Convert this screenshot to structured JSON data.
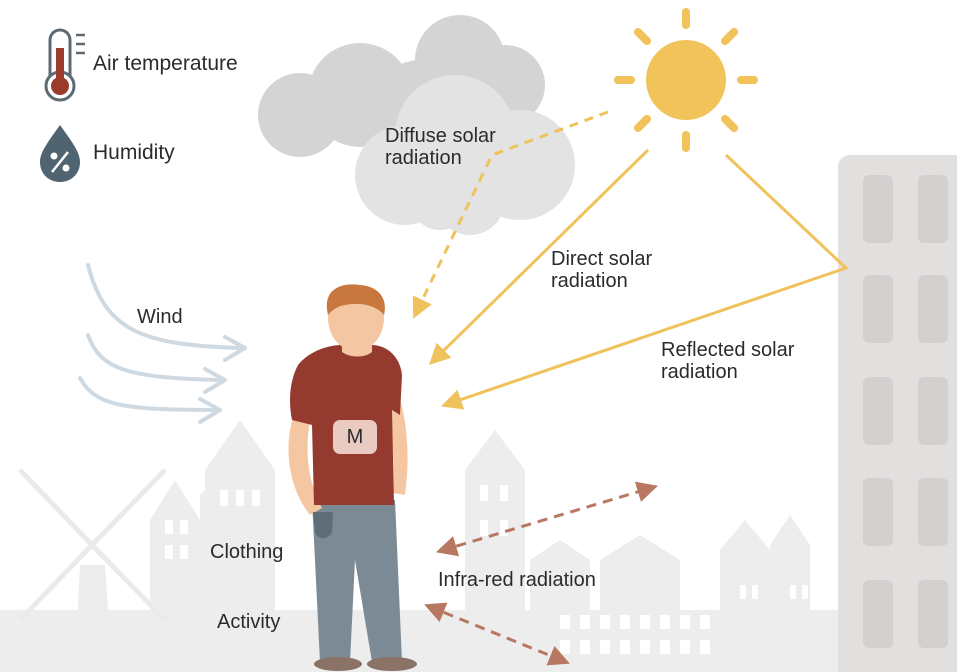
{
  "legend": {
    "air_temperature": "Air temperature",
    "humidity": "Humidity"
  },
  "labels": {
    "diffuse_line1": "Diffuse solar",
    "diffuse_line2": "radiation",
    "direct_line1": "Direct solar",
    "direct_line2": "radiation",
    "reflected_line1": "Reflected solar",
    "reflected_line2": "radiation",
    "wind": "Wind",
    "clothing": "Clothing",
    "activity": "Activity",
    "infrared": "Infra-red radiation",
    "badge": "M"
  },
  "colors": {
    "sun": "#f1c35a",
    "solar_arrow": "#f0c25c",
    "infrared_arrow": "#b77760",
    "wind_arrow": "#cfd9e1",
    "cloud": "#d8d8d8",
    "shirt": "#943a2e",
    "pants": "#7b8a94",
    "skin": "#f4c7a2",
    "hair": "#c8783e",
    "building": "#e2e0df",
    "city_silhouette": "#eeeeee",
    "humidity_drop": "#4f6470",
    "thermometer": "#9c3a2b"
  },
  "icons": [
    "thermometer-icon",
    "humidity-drop-icon",
    "sun-icon",
    "cloud-icon",
    "building-icon",
    "windmill-icon"
  ]
}
